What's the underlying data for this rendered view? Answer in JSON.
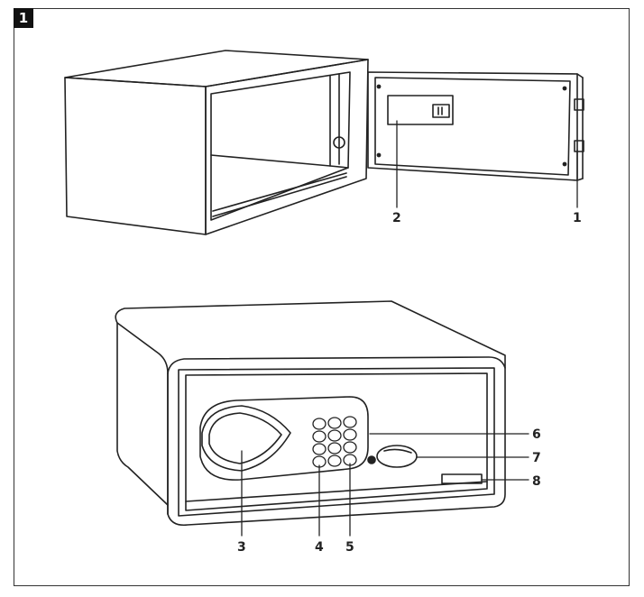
{
  "figure": {
    "number": "1"
  },
  "callouts": {
    "c1": "1",
    "c2": "2",
    "c3": "3",
    "c4": "4",
    "c5": "5",
    "c6": "6",
    "c7": "7",
    "c8": "8"
  },
  "colors": {
    "line": "#222222",
    "frame": "#333333",
    "badge_bg": "#111111",
    "badge_text": "#ffffff"
  }
}
